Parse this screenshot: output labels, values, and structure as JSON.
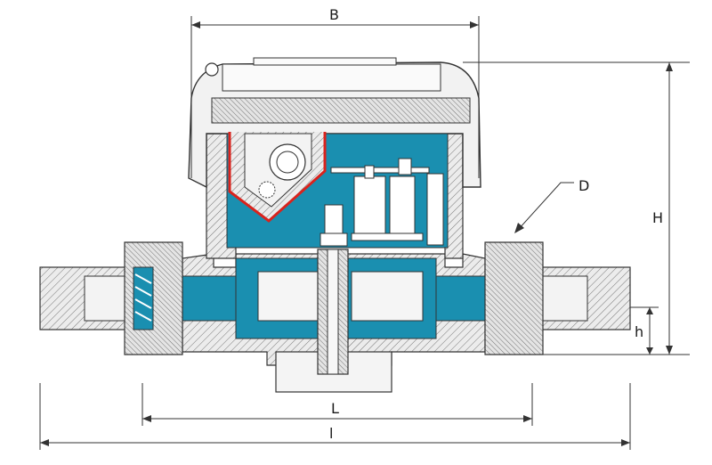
{
  "labels": {
    "B": "B",
    "D": "D",
    "H": "H",
    "h": "h",
    "L": "L",
    "l": "l"
  },
  "colors": {
    "water": "#1a8fb0",
    "hatch": "#666666",
    "outline": "#333333",
    "red_lining": "#d9231d",
    "body_fill": "#e6e6e6"
  }
}
